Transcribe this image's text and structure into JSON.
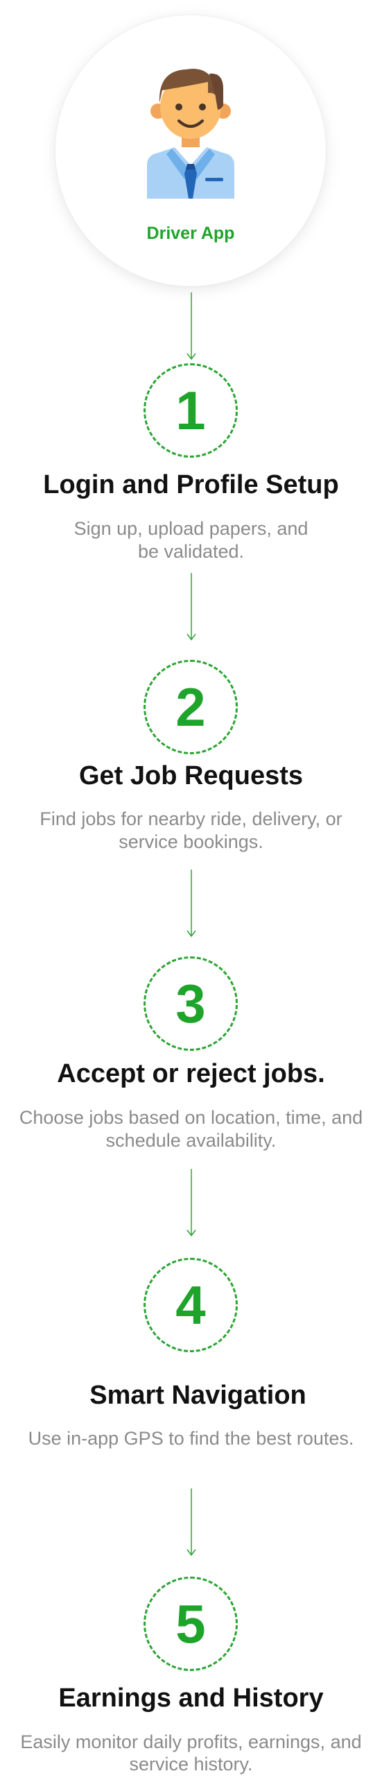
{
  "hero": {
    "title": "Driver App",
    "icon": "driver-avatar-icon",
    "accent": "#1fa42b"
  },
  "steps": [
    {
      "number": "1",
      "title": "Login and Profile Setup",
      "desc_line1": "Sign up, upload papers, and",
      "desc_line2": "be validated."
    },
    {
      "number": "2",
      "title": "Get Job Requests",
      "desc_line1": "Find jobs for nearby ride, delivery, or",
      "desc_line2": "service bookings."
    },
    {
      "number": "3",
      "title": "Accept or reject jobs.",
      "desc_line1": "Choose jobs based on location, time, and",
      "desc_line2": "schedule availability."
    },
    {
      "number": "4",
      "title": "Smart Navigation",
      "desc_line1": "Use in-app GPS to find the best routes.",
      "desc_line2": ""
    },
    {
      "number": "5",
      "title": "Earnings and History",
      "desc_line1": "Easily monitor daily profits, earnings, and",
      "desc_line2": "service history."
    }
  ],
  "colors": {
    "green": "#1fa42b",
    "title": "#111111",
    "desc": "#8a8a8a"
  }
}
